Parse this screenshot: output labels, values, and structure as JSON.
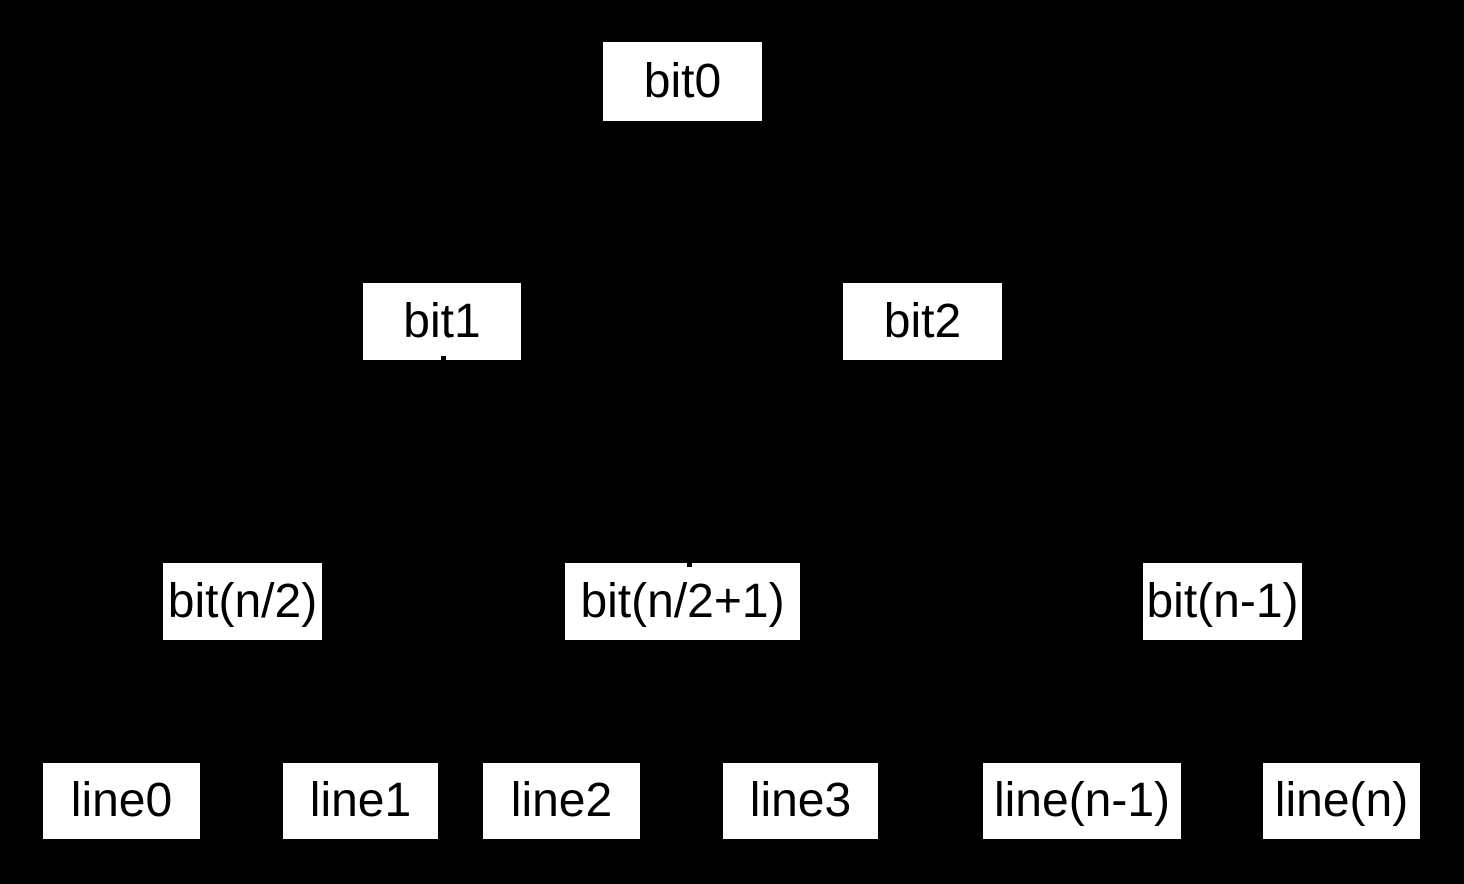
{
  "diagram": {
    "type": "tree",
    "colors": {
      "background": "#000000",
      "node_fill": "#ffffff",
      "node_text": "#000000"
    },
    "nodes": {
      "bit0": {
        "label": "bit0",
        "level": 0
      },
      "bit1": {
        "label": "bit1",
        "level": 1
      },
      "bit2": {
        "label": "bit2",
        "level": 1
      },
      "bit_n_half": {
        "label": "bit(n/2)",
        "level": 2
      },
      "bit_n_half_plus_1": {
        "label": "bit(n/2+1)",
        "level": 2
      },
      "bit_n_minus_1": {
        "label": "bit(n-1)",
        "level": 2
      },
      "line0": {
        "label": "line0",
        "level": 3
      },
      "line1": {
        "label": "line1",
        "level": 3
      },
      "line2": {
        "label": "line2",
        "level": 3
      },
      "line3": {
        "label": "line3",
        "level": 3
      },
      "line_n_minus_1": {
        "label": "line(n-1)",
        "level": 3
      },
      "line_n": {
        "label": "line(n)",
        "level": 3
      }
    }
  }
}
